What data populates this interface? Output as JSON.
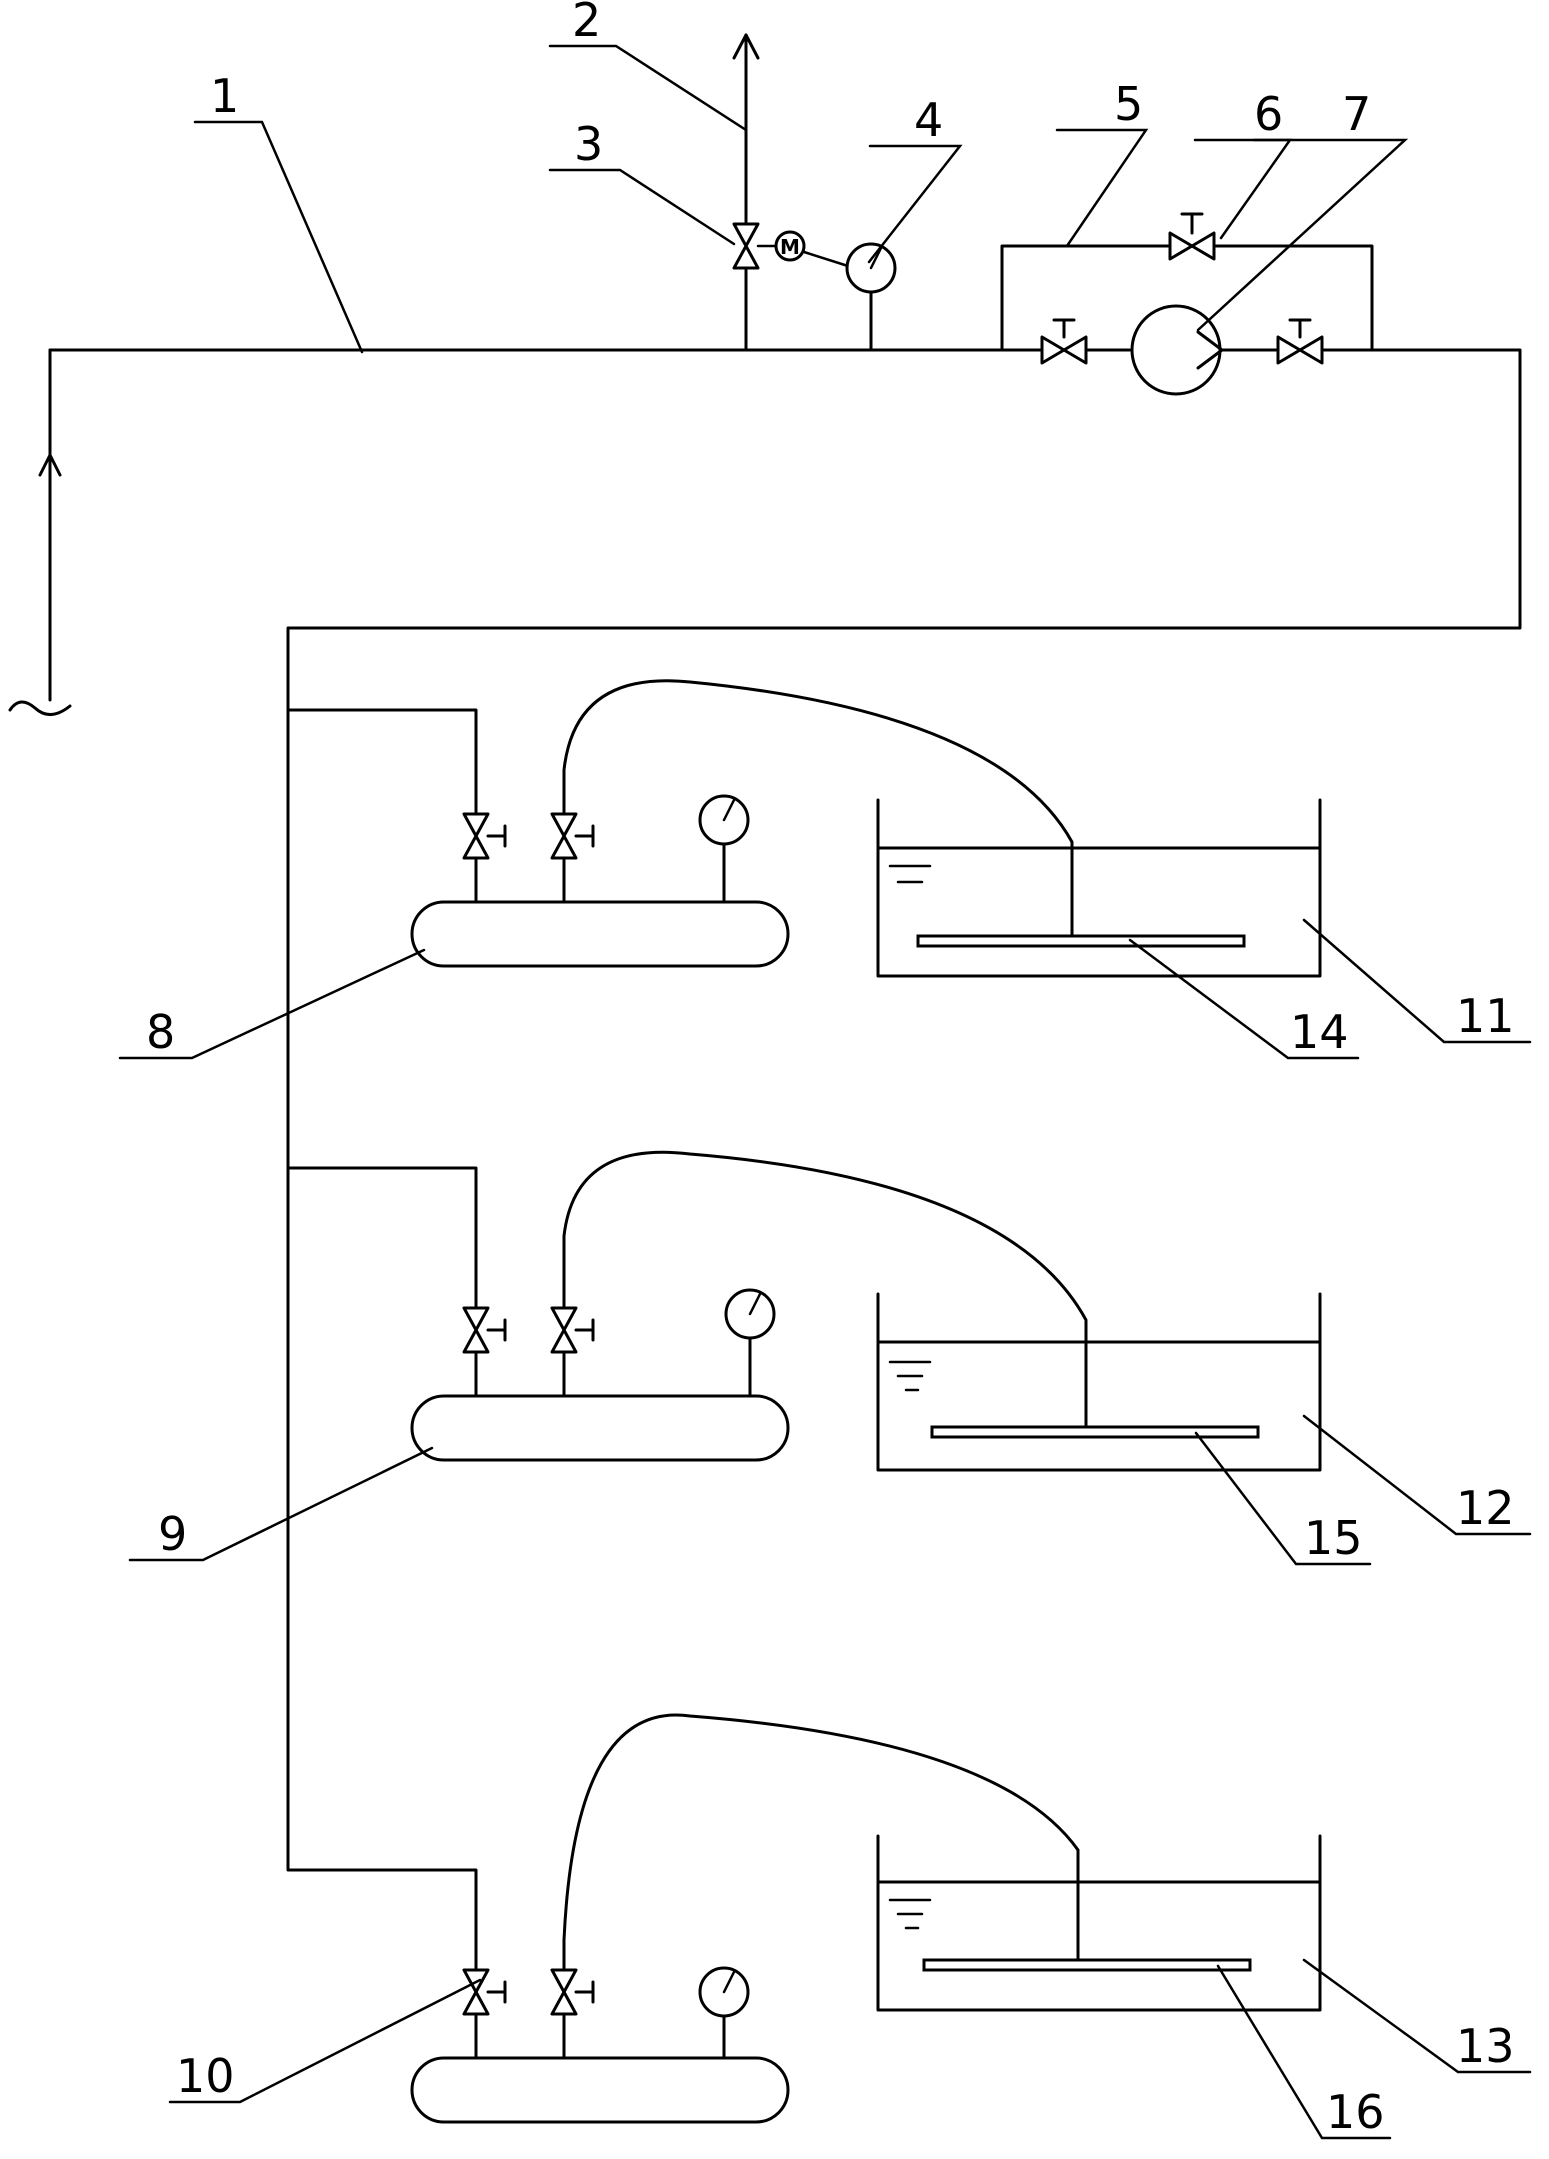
{
  "labels": {
    "l1": "1",
    "l2": "2",
    "l3": "3",
    "l4": "4",
    "l5": "5",
    "l6": "6",
    "l7": "7",
    "l8": "8",
    "l9": "9",
    "l10": "10",
    "l11": "11",
    "l12": "12",
    "l13": "13",
    "l14": "14",
    "l15": "15",
    "l16": "16"
  },
  "motor_symbol": "M"
}
